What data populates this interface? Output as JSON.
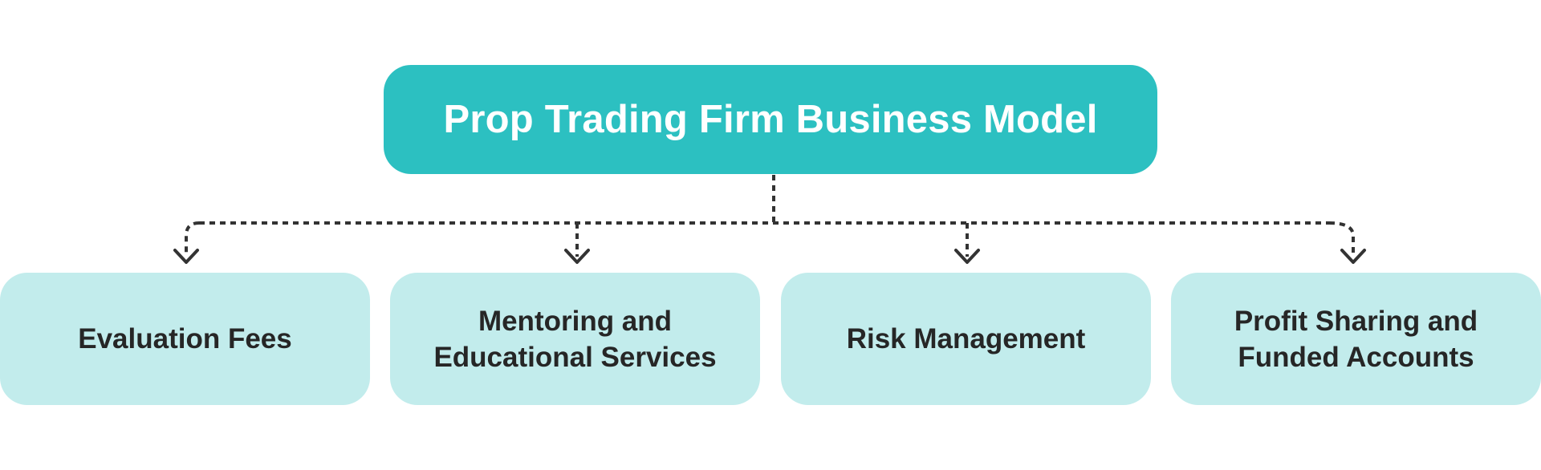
{
  "diagram": {
    "root": {
      "label": "Prop Trading Firm Business Model"
    },
    "children": [
      {
        "label": "Evaluation Fees"
      },
      {
        "label": "Mentoring and\nEducational Services"
      },
      {
        "label": "Risk Management"
      },
      {
        "label": "Profit Sharing and\nFunded Accounts"
      }
    ],
    "colors": {
      "root_fill": "#2cc0c1",
      "root_text": "#ffffff",
      "child_fill": "#c2ecec",
      "child_text": "#262626",
      "connector": "#333333"
    },
    "connector_style": "dashed-arrow"
  }
}
